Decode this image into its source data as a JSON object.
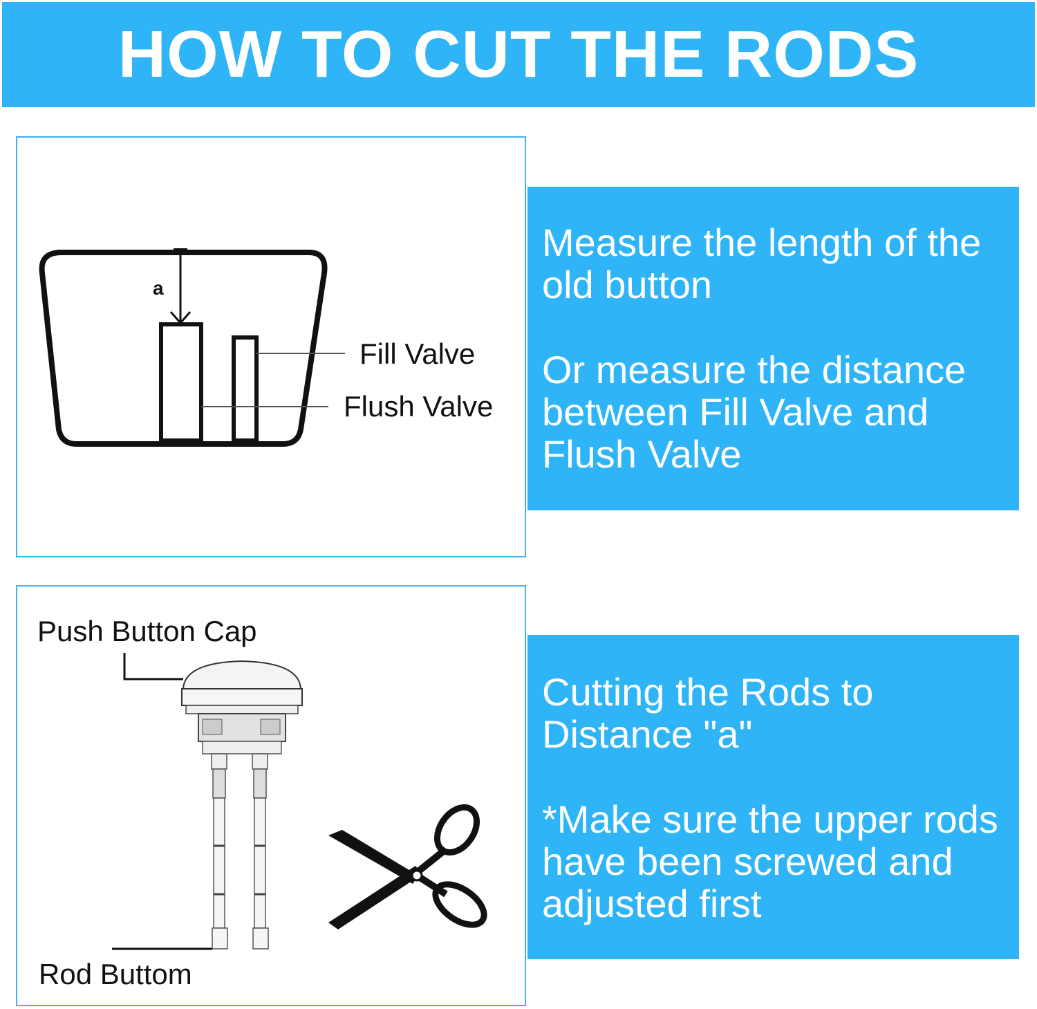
{
  "header": {
    "title": "HOW TO CUT THE RODS"
  },
  "step1": {
    "diagram": {
      "dimension_label": "a",
      "fill_valve_label": "Fill Valve",
      "flush_valve_label": "Flush Valve"
    },
    "instructions": [
      "Measure the length of the old button",
      "Or measure the distance between Fill Valve and Flush Valve"
    ]
  },
  "step2": {
    "diagram": {
      "cap_label": "Push Button Cap",
      "rod_bottom_label": "Rod Buttom",
      "tool_icon": "scissors-icon"
    },
    "instructions": [
      "Cutting the Rods to Distance \"a\"",
      "*Make sure the upper rods have been screwed and adjusted first"
    ]
  },
  "colors": {
    "accent": "#2eb4f7",
    "border": "#3ab3ee",
    "ink": "#111111",
    "text_on_accent": "#ffffff"
  }
}
